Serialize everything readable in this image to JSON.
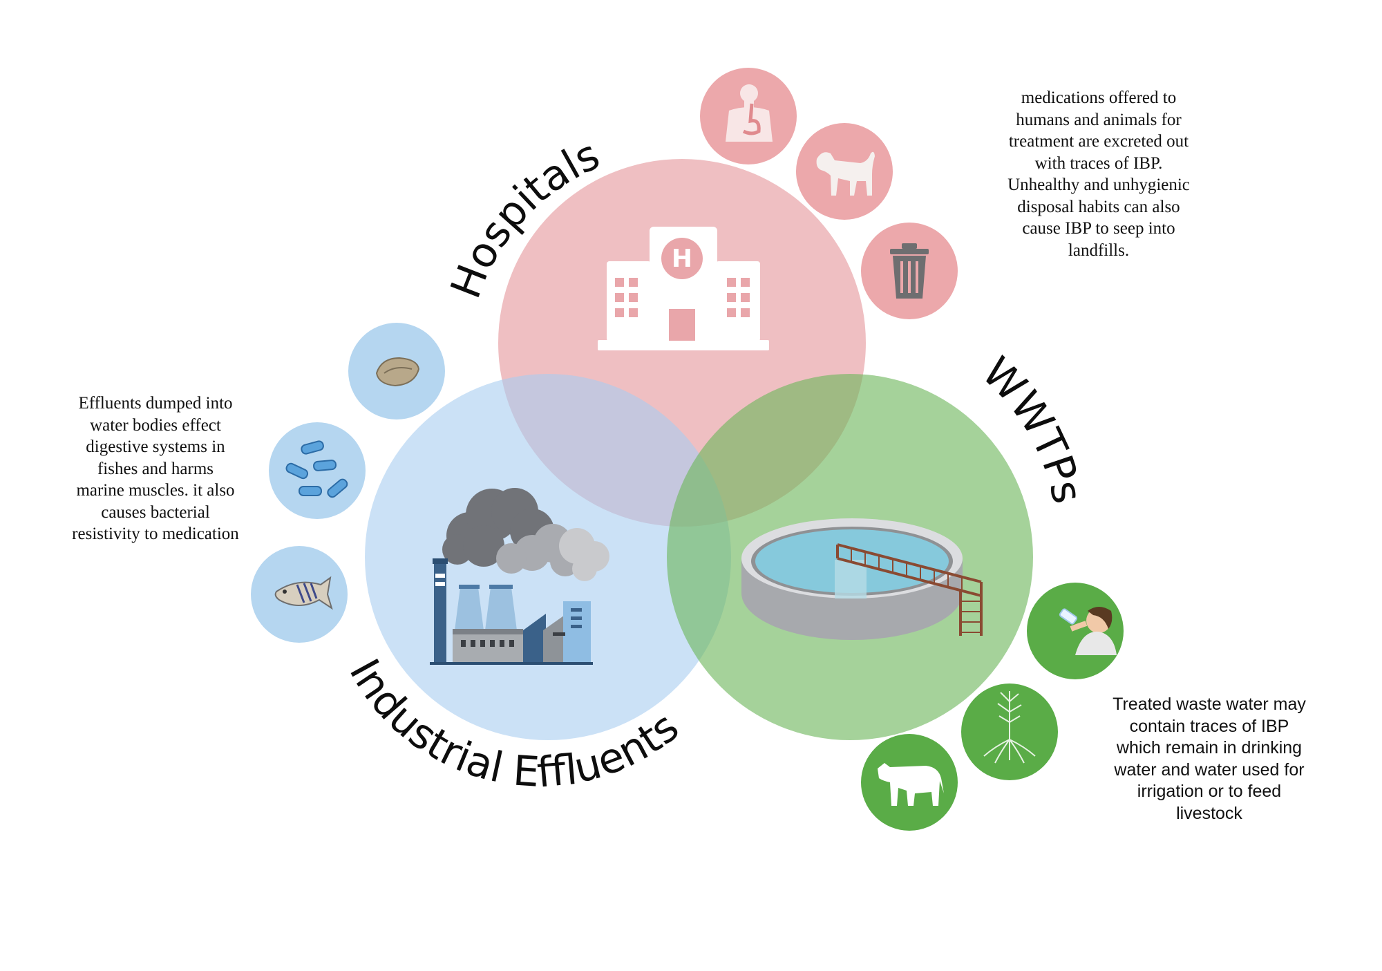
{
  "labels": {
    "hospitals": "Hospitals",
    "wwtps": "WWTPs",
    "industrial": "Industrial Effluents"
  },
  "notes": {
    "hospitals": "medications offered to\nhumans and animals for\ntreatment are excreted out\nwith traces of IBP.\nUnhealthy and unhygienic\ndisposal habits can also\ncause IBP to seep into\nlandfills.",
    "industrial": "Effluents dumped into\nwater bodies effect\ndigestive systems in\nfishes and harms\nmarine muscles. it also\ncauses bacterial\nresistivity to medication",
    "wwtps": "Treated waste water may\ncontain traces of  IBP\nwhich remain in drinking\nwater and water used for\nirrigation or to feed\nlivestock"
  },
  "colors": {
    "hospitals_circle": "#eeb3b6",
    "industrial_circle": "#bcd9f3",
    "wwtps_circle": "#88c47c",
    "hospitals_bubble": "#eca8ab",
    "industrial_bubble": "#b5d6f0",
    "wwtps_bubble": "#5aac47"
  },
  "icons": {
    "hospitals_center": "hospital-building-icon",
    "industrial_center": "factory-smoke-icon",
    "wwtps_center": "clarifier-tank-icon",
    "hospitals_bubbles": [
      "human-digestive-system-icon",
      "dog-icon",
      "trash-bin-icon"
    ],
    "industrial_bubbles": [
      "mussel-shell-icon",
      "bacteria-icon",
      "fish-icon"
    ],
    "wwtps_bubbles": [
      "person-drinking-icon",
      "plant-roots-icon",
      "cow-icon"
    ]
  }
}
